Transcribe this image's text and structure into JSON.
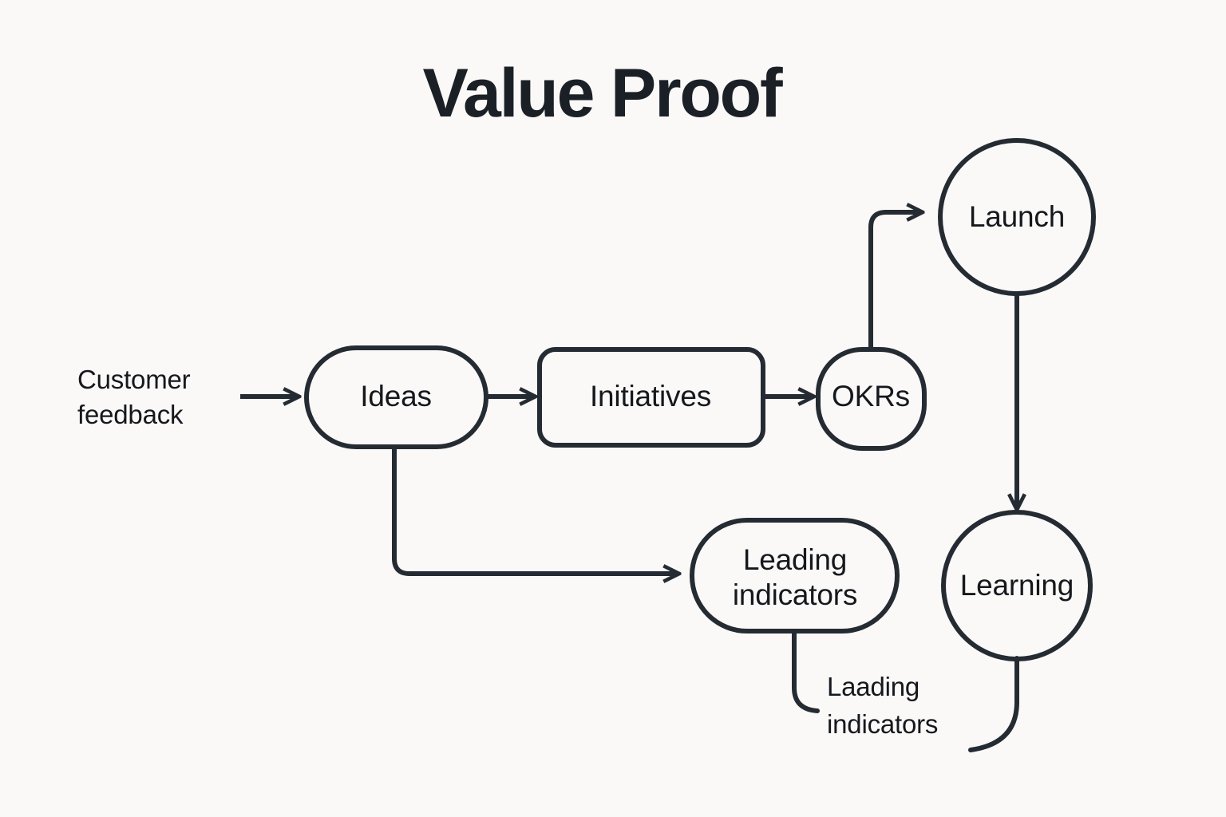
{
  "page": {
    "title": "Value Proof",
    "background_color": "#faf9f7",
    "ink_color": "#252b33",
    "text_color": "#15181d"
  },
  "diagram": {
    "type": "flowchart",
    "nodes": [
      {
        "id": "ideas",
        "label": "Ideas",
        "shape": "pill"
      },
      {
        "id": "initiatives",
        "label": "Initiatives",
        "shape": "rounded-rect"
      },
      {
        "id": "okrs",
        "label": "OKRs",
        "shape": "squircle"
      },
      {
        "id": "launch",
        "label": "Launch",
        "shape": "circle"
      },
      {
        "id": "learning",
        "label": "Learning",
        "shape": "circle"
      },
      {
        "id": "leading",
        "label_line1": "Leading",
        "label_line2": "indicators",
        "shape": "pill"
      }
    ],
    "free_labels": [
      {
        "id": "customer-feedback",
        "line1": "Customer",
        "line2": "feedback"
      },
      {
        "id": "lagging-indicators",
        "line1": "Laading",
        "line2": "indicators"
      }
    ],
    "edges": [
      {
        "from": "customer-feedback",
        "to": "ideas",
        "arrow": true
      },
      {
        "from": "ideas",
        "to": "initiatives",
        "arrow": true
      },
      {
        "from": "initiatives",
        "to": "okrs",
        "arrow": true
      },
      {
        "from": "okrs",
        "to": "launch",
        "arrow": true
      },
      {
        "from": "launch",
        "to": "learning",
        "arrow": true
      },
      {
        "from": "ideas",
        "to": "leading",
        "arrow": true
      },
      {
        "from": "leading",
        "to": "lagging-indicators",
        "arrow": false
      },
      {
        "from": "learning",
        "to": "lagging-indicators",
        "arrow": false
      }
    ]
  }
}
